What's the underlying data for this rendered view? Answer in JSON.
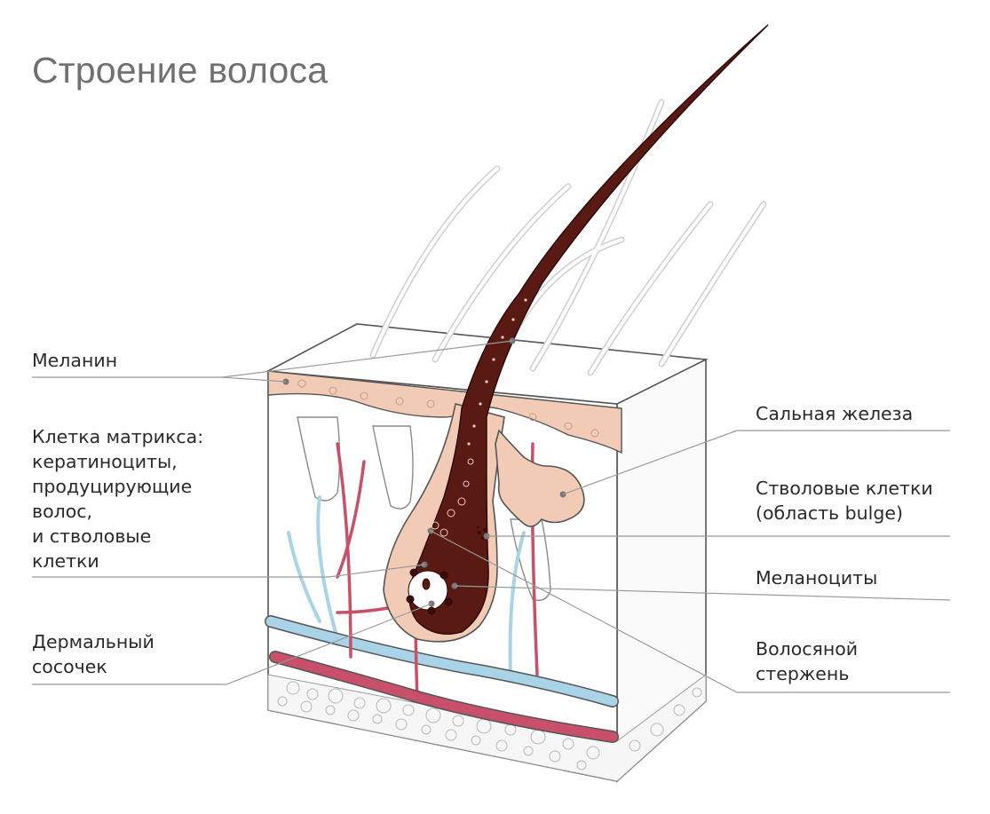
{
  "title": "Строение волоса",
  "labels": {
    "melanin": [
      "Меланин"
    ],
    "matrix": [
      "Клетка матрикса:",
      "кератиноциты,",
      "продуцирующие",
      "волос,",
      "и стволовые",
      "клетки"
    ],
    "papilla": [
      "Дермальный",
      "сосочек"
    ],
    "sebaceous": [
      "Сальная железа"
    ],
    "stem": [
      "Стволовые клетки",
      "(область bulge)"
    ],
    "melanocytes": [
      "Меланоциты"
    ],
    "shaft": [
      "Волосяной",
      "стержень"
    ]
  },
  "colors": {
    "skin": "#f2cbb6",
    "hair": "#5a1a14",
    "artery": "#c9506a",
    "vein": "#a9d3e6",
    "outline": "#555555",
    "leader": "#9a9a9a"
  }
}
